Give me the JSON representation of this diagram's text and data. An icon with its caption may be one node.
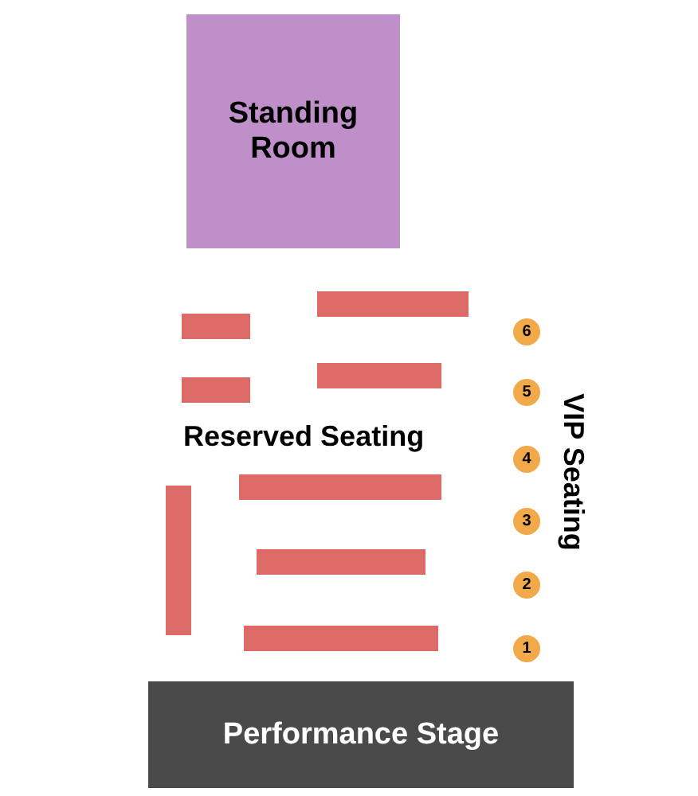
{
  "diagram": {
    "nodes": [
      {
        "text": [
          "Standing Room"
        ]
      },
      {
        "text": [],
        "shape": "bar"
      },
      {
        "text": [],
        "shape": "bar"
      },
      {
        "text": [],
        "shape": "bar"
      },
      {
        "text": [],
        "shape": "bar"
      },
      {
        "text": [],
        "shape": "bar"
      },
      {
        "text": [],
        "shape": "bar"
      },
      {
        "text": [],
        "shape": "bar"
      },
      {
        "text": [],
        "shape": "bar"
      },
      {
        "text": [
          "6"
        ]
      },
      {
        "text": [
          "5"
        ]
      },
      {
        "text": [
          "4"
        ]
      },
      {
        "text": [
          "3"
        ]
      },
      {
        "text": [
          "2"
        ]
      },
      {
        "text": [
          "1"
        ]
      },
      {
        "text": [
          "Performance Stage"
        ]
      }
    ],
    "edges": [],
    "labels": [
      "Reserved Seating",
      "VIP Seating"
    ]
  }
}
